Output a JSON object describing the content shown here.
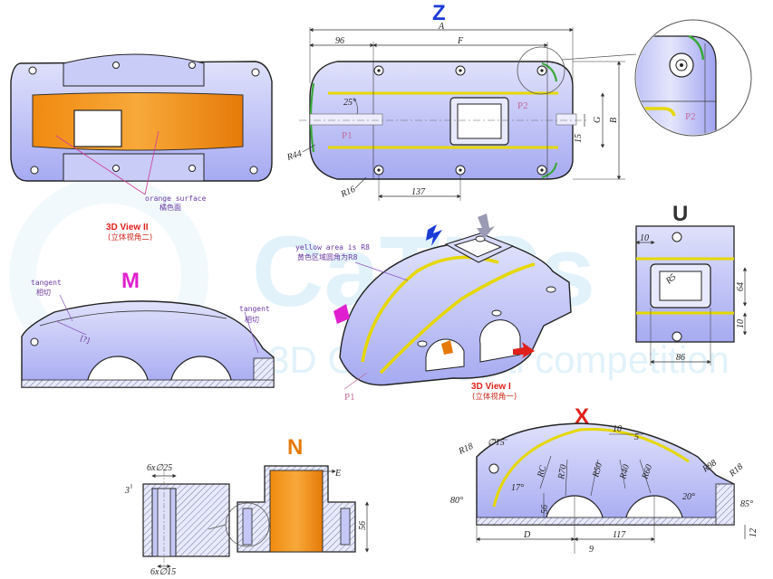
{
  "view_labels": {
    "z": "Z",
    "m": "M",
    "n": "N",
    "u": "U",
    "x": "X",
    "view3d_1": "3D View I",
    "view3d_1_cn": "(立体视角一)",
    "view3d_2": "3D View II",
    "view3d_2_cn": "(立体视角二)"
  },
  "annotations": {
    "orange_surface": "orange surface",
    "orange_surface_cn": "橘色面",
    "yellow_area": "yellow area is R8",
    "yellow_area_cn": "黄色区域圆角为R8",
    "tangent": "tangent",
    "tangent_cn": "相切",
    "tangent2": "tangent",
    "tangent2_cn": "相切",
    "mark_cn": "[?]"
  },
  "points": {
    "p1": "P1",
    "p2": "P2",
    "p1b": "P1",
    "p2_detail": "P2"
  },
  "watermark": {
    "brand": "CaTICs",
    "tagline": "3D CAD Digital competition"
  },
  "dimensions_z": {
    "a": "A",
    "d96": "96",
    "f": "F",
    "ang25": "25°",
    "r44": "R44",
    "r16": "R16",
    "d137": "137",
    "d15": "15",
    "g": "G",
    "b": "B"
  },
  "dimensions_u": {
    "d10a": "10",
    "r5": "R5",
    "d64": "64",
    "d10b": "10",
    "d86": "86"
  },
  "dimensions_holes": {
    "top": "6x∅25",
    "d3": "3",
    "bottom": "6x∅15"
  },
  "dimensions_n": {
    "e": "E",
    "d56": "56"
  },
  "dimensions_x": {
    "r18a": "R18",
    "d15": "∅15",
    "d10": "10",
    "d5": "5",
    "r98": "R98",
    "r18b": "R18",
    "rc": "RC",
    "r70": "R70",
    "r50": "R50",
    "r40": "R40",
    "r60": "R60",
    "ang80": "80°",
    "ang17": "17°",
    "d56": "56",
    "ang20": "20°",
    "ang85": "85°",
    "d": "D",
    "d117": "117",
    "d9": "9",
    "d12": "12"
  }
}
